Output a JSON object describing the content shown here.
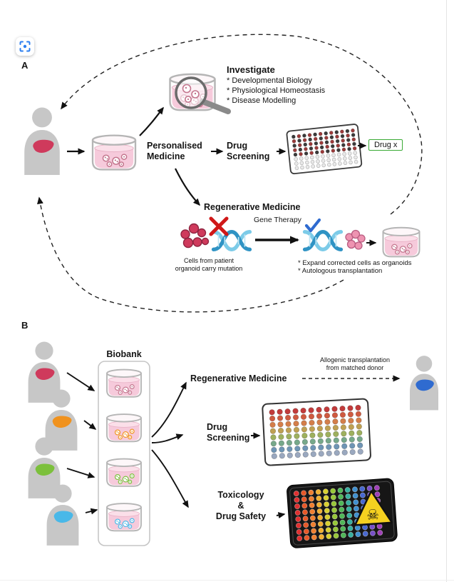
{
  "capture_button": {
    "name": "region capture"
  },
  "panels": {
    "a": {
      "label": "A",
      "investigate_title": "Investigate",
      "investigate_items": [
        "* Developmental Biology",
        "* Physiological Homeostasis",
        "* Disease Modelling"
      ],
      "personalised_line1": "Personalised",
      "personalised_line2": "Medicine",
      "drug_line1": "Drug",
      "drug_line2": "Screening",
      "drug_x": "Drug x",
      "regenerative": "Regenerative Medicine",
      "gene_therapy": "Gene Therapy",
      "mutation_line1": "Cells from patient",
      "mutation_line2": "organoid carry mutation",
      "corrected_line1": "* Expand corrected cells as organoids",
      "corrected_line2": "* Autologous transplantation"
    },
    "b": {
      "label": "B",
      "biobank": "Biobank",
      "regenerative": "Regenerative Medicine",
      "allogenic_line1": "Allogenic transplantation",
      "allogenic_line2": "from matched donor",
      "drug_line1": "Drug",
      "drug_line2": "Screening",
      "tox_line1": "Toxicology",
      "tox_line2": "&",
      "tox_line3": "Drug Safety"
    }
  },
  "warning": {
    "skull": "☠"
  },
  "colors": {
    "person": "#c7c7c7",
    "liver_red": "#cf3a5c",
    "liver_orange": "#f0921e",
    "liver_green": "#7cc03c",
    "liver_cyan": "#49b8e8",
    "liver_blue": "#2f6bd0",
    "dish_media": "#f6cadb",
    "drug_x_border": "#3aaa35",
    "x_mark": "#d01818",
    "check_mark": "#2f6bd0",
    "warning_yellow": "#f5d020",
    "capture_blue": "#2d7ff0",
    "arrow": "#111111"
  },
  "plates": {
    "a": {
      "rows": 8,
      "cols": 12,
      "mode": "checker_top",
      "colors": [
        "#3a3a3a",
        "#9c3a3a",
        "#e9e9e9"
      ]
    },
    "b": {
      "rows": 8,
      "cols": 12,
      "mode": "rows",
      "row_colors": [
        "#c23b3b",
        "#cf5a40",
        "#d47e4a",
        "#bfa052",
        "#9eb05e",
        "#76a88a",
        "#6f95b5",
        "#9aa8bf"
      ]
    },
    "c": {
      "rows": 8,
      "cols": 12,
      "mode": "cols",
      "col_colors": [
        "#e03030",
        "#e85828",
        "#f08030",
        "#f0b030",
        "#d8d030",
        "#98c838",
        "#50b858",
        "#38b0a0",
        "#4090d0",
        "#4868d0",
        "#7850c8",
        "#a040b8"
      ]
    }
  }
}
